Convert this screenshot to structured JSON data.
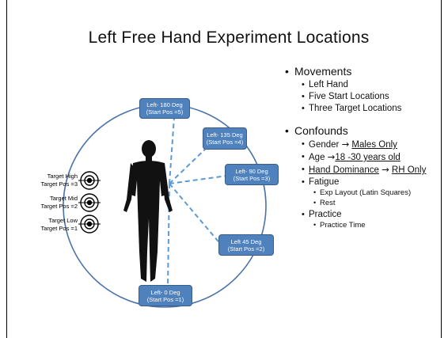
{
  "title": "Left Free Hand Experiment  Locations",
  "positions": [
    {
      "deg": "Left- 180 Deg",
      "start": "(Start Pos =5)"
    },
    {
      "deg": "Left- 135 Deg",
      "start": "(Start Pos =4)"
    },
    {
      "deg": "Left- 90 Deg",
      "start": "(Start Pos =3)"
    },
    {
      "deg": "Left 45 Deg",
      "start": "(Start Pos =2)"
    },
    {
      "deg": "Left- 0 Deg",
      "start": "(Start Pos =1)"
    }
  ],
  "targets": [
    {
      "name": "Target High",
      "pos": "Target Pos =3"
    },
    {
      "name": "Target Mid",
      "pos": "Target Pos =2"
    },
    {
      "name": "Target Low",
      "pos": "Target Pos =1"
    }
  ],
  "bullets": {
    "movements": "Movements",
    "left_hand": "Left Hand",
    "five_start": "Five Start  Locations",
    "three_target": "Three Target Locations",
    "confounds": "Confounds",
    "gender": "Gender",
    "gender_value": "Males Only",
    "age": "Age",
    "age_value": "18 -30 years old",
    "hand_dominance": "Hand Dominance",
    "hand_value": "RH Only",
    "fatigue": "Fatigue",
    "exp_layout": "Exp Layout (Latin Squares)",
    "rest": "Rest",
    "practice": "Practice",
    "practice_time": "Practice Time",
    "arrow": "→"
  }
}
